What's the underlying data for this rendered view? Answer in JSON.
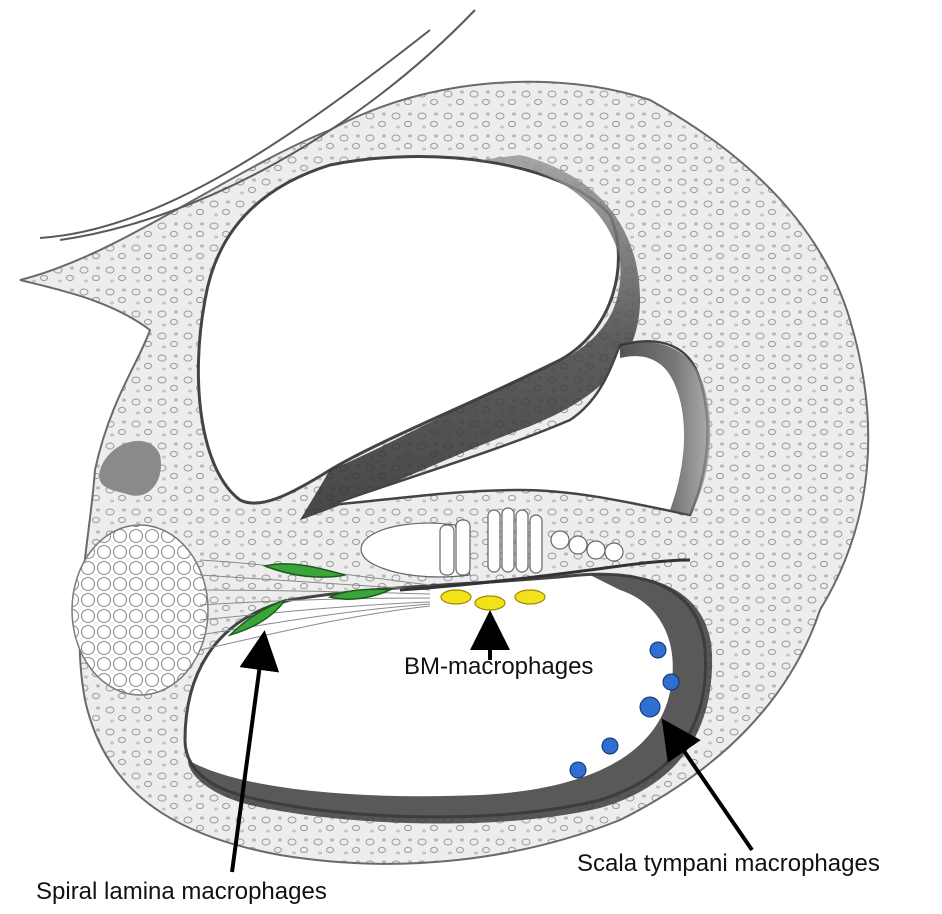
{
  "labels": {
    "bm": "BM-macrophages",
    "scala_tympani": "Scala tympani macrophages",
    "spiral_lamina": "Spiral lamina macrophages"
  },
  "colors": {
    "bm_macrophage": "#f2e21c",
    "scala_tympani_macrophage": "#2f6fd1",
    "spiral_lamina_macrophage": "#3aa63a",
    "bone": "#eeeeee",
    "shading": "#3a3a3a"
  }
}
